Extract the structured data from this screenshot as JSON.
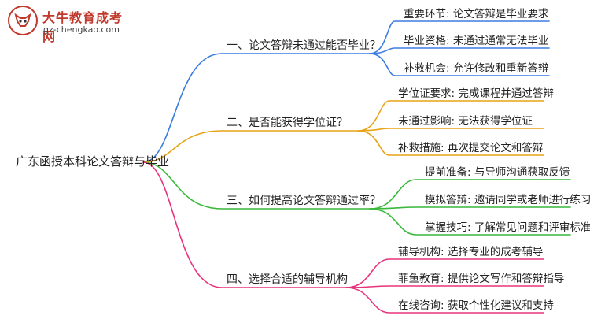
{
  "logo": {
    "title": "大牛教育成考网",
    "url": "gz-chengkao.com"
  },
  "root": {
    "label": "广东函授本科论文答辩与毕业"
  },
  "branches": [
    {
      "label": "一、论文答辩未通过能否毕业？",
      "color": "#3b7de0",
      "leaves": [
        "重要环节: 论文答辩是毕业要求",
        "毕业资格: 未通过通常无法毕业",
        "补救机会: 允许修改和重新答辩"
      ]
    },
    {
      "label": "二、是否能获得学位证？",
      "color": "#e8a317",
      "leaves": [
        "学位证要求: 完成课程并通过答辩",
        "未通过影响: 无法获得学位证",
        "补救措施: 再次提交论文和答辩"
      ]
    },
    {
      "label": "三、如何提高论文答辩通过率？",
      "color": "#39b83a",
      "leaves": [
        "提前准备: 与导师沟通获取反馈",
        "模拟答辩: 邀请同学或老师进行练习",
        "掌握技巧: 了解常见问题和评审标准"
      ]
    },
    {
      "label": "四、选择合适的辅导机构",
      "color": "#e8337c",
      "leaves": [
        "辅导机构: 选择专业的成考辅导",
        "菲鱼教育: 提供论文写作和答辩指导",
        "在线咨询: 获取个性化建议和支持"
      ]
    }
  ]
}
